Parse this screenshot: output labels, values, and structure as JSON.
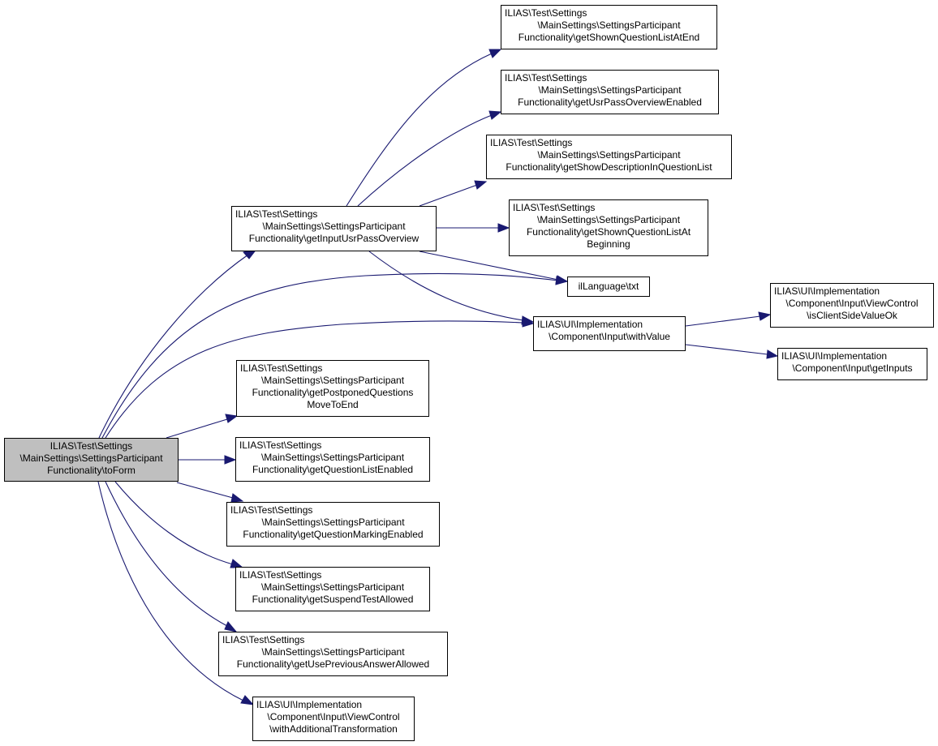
{
  "diagram": {
    "edge_color": "#191970",
    "root_fill": "#bfbfbf",
    "nodes": {
      "toForm": [
        "ILIAS\\Test\\Settings",
        "\\MainSettings\\SettingsParticipant",
        "Functionality\\toForm"
      ],
      "getInputUsrPassOverview": [
        "ILIAS\\Test\\Settings",
        "\\MainSettings\\SettingsParticipant",
        "Functionality\\getInputUsrPassOverview"
      ],
      "getShownQuestionListAtEnd": [
        "ILIAS\\Test\\Settings",
        "\\MainSettings\\SettingsParticipant",
        "Functionality\\getShownQuestionListAtEnd"
      ],
      "getUsrPassOverviewEnabled": [
        "ILIAS\\Test\\Settings",
        "\\MainSettings\\SettingsParticipant",
        "Functionality\\getUsrPassOverviewEnabled"
      ],
      "getShowDescriptionInQuestionList": [
        "ILIAS\\Test\\Settings",
        "\\MainSettings\\SettingsParticipant",
        "Functionality\\getShowDescriptionInQuestionList"
      ],
      "getShownQuestionListAtBeginning": [
        "ILIAS\\Test\\Settings",
        "\\MainSettings\\SettingsParticipant",
        "Functionality\\getShownQuestionListAt",
        "Beginning"
      ],
      "txt": [
        "ilLanguage\\txt"
      ],
      "withValue": [
        "ILIAS\\UI\\Implementation",
        "\\Component\\Input\\withValue"
      ],
      "isClientSideValueOk": [
        "ILIAS\\UI\\Implementation",
        "\\Component\\Input\\ViewControl",
        "\\isClientSideValueOk"
      ],
      "getInputs": [
        "ILIAS\\UI\\Implementation",
        "\\Component\\Input\\getInputs"
      ],
      "getPostponedQuestionsMoveToEnd": [
        "ILIAS\\Test\\Settings",
        "\\MainSettings\\SettingsParticipant",
        "Functionality\\getPostponedQuestions",
        "MoveToEnd"
      ],
      "getQuestionListEnabled": [
        "ILIAS\\Test\\Settings",
        "\\MainSettings\\SettingsParticipant",
        "Functionality\\getQuestionListEnabled"
      ],
      "getQuestionMarkingEnabled": [
        "ILIAS\\Test\\Settings",
        "\\MainSettings\\SettingsParticipant",
        "Functionality\\getQuestionMarkingEnabled"
      ],
      "getSuspendTestAllowed": [
        "ILIAS\\Test\\Settings",
        "\\MainSettings\\SettingsParticipant",
        "Functionality\\getSuspendTestAllowed"
      ],
      "getUsePreviousAnswerAllowed": [
        "ILIAS\\Test\\Settings",
        "\\MainSettings\\SettingsParticipant",
        "Functionality\\getUsePreviousAnswerAllowed"
      ],
      "withAdditionalTransformation": [
        "ILIAS\\UI\\Implementation",
        "\\Component\\Input\\ViewControl",
        "\\withAdditionalTransformation"
      ]
    }
  }
}
